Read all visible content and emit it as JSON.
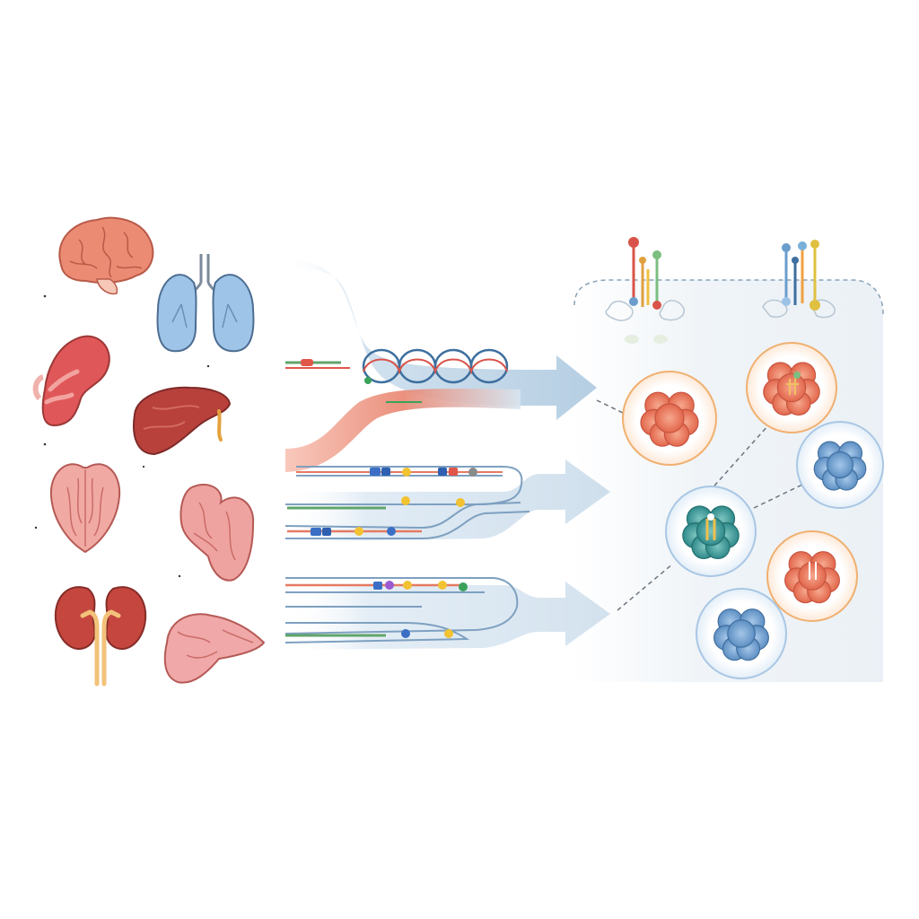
{
  "organs": [
    {
      "name": "brain-icon",
      "color": "#e8806c"
    },
    {
      "name": "lungs-icon",
      "color": "#9cc2e6"
    },
    {
      "name": "stomach-icon",
      "color": "#e0575a"
    },
    {
      "name": "liver-icon",
      "color": "#b8413c"
    },
    {
      "name": "heart-icon",
      "color": "#f1a9a3"
    },
    {
      "name": "pancreas-icon",
      "color": "#efa3a0"
    },
    {
      "name": "kidneys-icon",
      "color": "#c4463e"
    },
    {
      "name": "spleen-icon",
      "color": "#f0a8a8"
    }
  ],
  "streams": [
    {
      "name": "stream-top",
      "color": "#9fbfd8"
    },
    {
      "name": "stream-middle",
      "color": "#a3c4dc"
    },
    {
      "name": "stream-bottom",
      "color": "#a7c7de"
    }
  ],
  "cells": [
    {
      "name": "orange-cell-1",
      "color": "#ea7658",
      "ring": "#f0b070"
    },
    {
      "name": "orange-cell-2",
      "color": "#e8765c",
      "ring": "#f0b070"
    },
    {
      "name": "blue-cell-1",
      "color": "#6b9dcc",
      "ring": "#a9c7e4"
    },
    {
      "name": "teal-cell",
      "color": "#3f9a98",
      "ring": "#a9c7e4"
    },
    {
      "name": "orange-cell-3",
      "color": "#ea7658",
      "ring": "#f0b070"
    },
    {
      "name": "blue-cell-2",
      "color": "#6b9dcc",
      "ring": "#a9c7e4"
    }
  ],
  "receptors": [
    {
      "name": "receptor-group-left"
    },
    {
      "name": "receptor-group-right"
    }
  ]
}
